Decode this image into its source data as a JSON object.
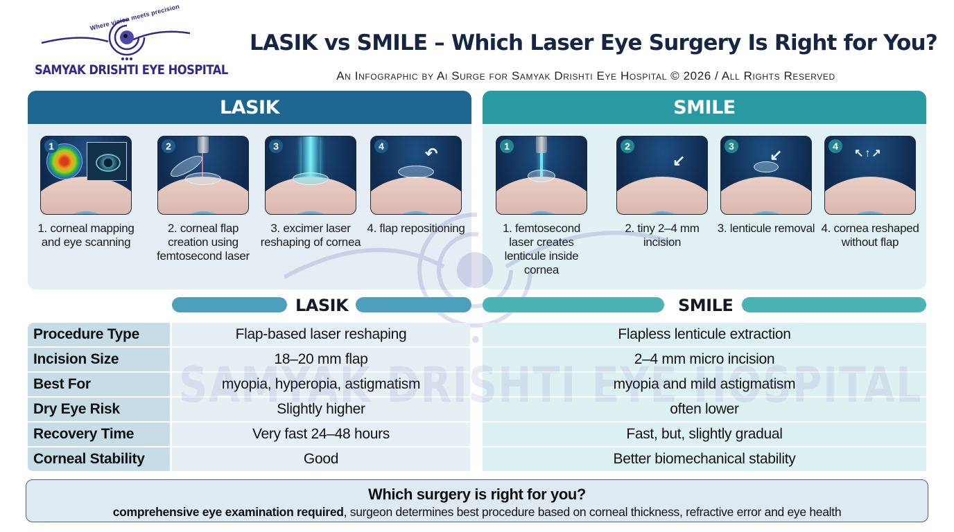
{
  "logo": {
    "tagline": "Where vision meets precision",
    "name": "SAMYAK DRISHTI EYE HOSPITAL",
    "brand_color": "#2e2a85"
  },
  "header": {
    "title": "LASIK vs SMILE – Which Laser Eye Surgery Is Right for You?",
    "subtitle": "An Infographic by Ai Surge  for Samyak Drishti Eye Hospital  © 2026 / All Rights Reserved"
  },
  "panels": {
    "lasik": {
      "title": "LASIK",
      "color": "#1d6690",
      "steps": [
        {
          "number": "1",
          "label": "1. corneal mapping and eye scanning",
          "icon": "corneal-topography-icon"
        },
        {
          "number": "2",
          "label": "2. corneal flap creation using femtosecond laser",
          "icon": "flap-creation-icon"
        },
        {
          "number": "3",
          "label": "3. excimer laser reshaping of cornea",
          "icon": "excimer-laser-icon"
        },
        {
          "number": "4",
          "label": "4. flap repositioning",
          "icon": "flap-reposition-icon"
        }
      ]
    },
    "smile": {
      "title": "SMILE",
      "color": "#2a9aa2",
      "steps": [
        {
          "number": "1",
          "label": "1. femtosecond laser creates lenticule inside cornea",
          "icon": "femtosecond-laser-icon"
        },
        {
          "number": "2",
          "label": "2. tiny 2–4 mm incision",
          "icon": "micro-incision-icon"
        },
        {
          "number": "3",
          "label": "3. lenticule removal",
          "icon": "lenticule-removal-icon"
        },
        {
          "number": "4",
          "label": "4. cornea reshaped without flap",
          "icon": "cornea-reshaped-icon"
        }
      ]
    }
  },
  "comparison": {
    "headers": {
      "lasik": "LASIK",
      "smile": "SMILE"
    },
    "rows": [
      {
        "label": "Procedure Type",
        "lasik": "Flap-based laser reshaping",
        "smile": "Flapless lenticule extraction"
      },
      {
        "label": "Incision Size",
        "lasik": "18–20 mm flap",
        "smile": "2–4 mm micro incision"
      },
      {
        "label": "Best For",
        "lasik": "myopia, hyperopia, astigmatism",
        "smile": "myopia and mild astigmatism"
      },
      {
        "label": "Dry Eye Risk",
        "lasik": "Slightly higher",
        "smile": "often lower"
      },
      {
        "label": "Recovery Time",
        "lasik": "Very fast 24–48 hours",
        "smile": "Fast, but, slightly gradual"
      },
      {
        "label": "Corneal Stability",
        "lasik": "Good",
        "smile": "Better biomechanical stability"
      }
    ]
  },
  "footer": {
    "title": "Which surgery is right for you?",
    "text_bold": "comprehensive eye examination required",
    "text_rest": ", surgeon determines best procedure based on corneal thickness, refractive error and eye health"
  },
  "watermark": {
    "text": "SAMYAK DRISHTI EYE HOSPITAL",
    "tagline": "Where vision meets precision"
  }
}
